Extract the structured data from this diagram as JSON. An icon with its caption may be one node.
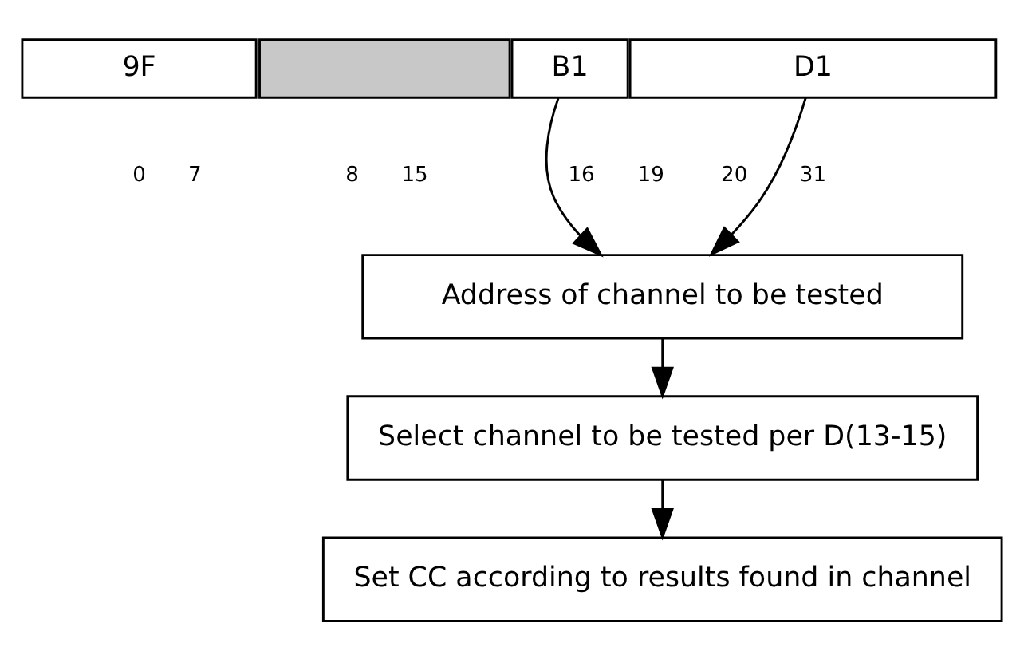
{
  "diagram": {
    "nodes": [
      {
        "text": [
          "9F"
        ]
      },
      {
        "text": [],
        "shape": "box"
      },
      {
        "text": [
          "B1"
        ]
      },
      {
        "text": [
          "D1"
        ]
      },
      {
        "text": [
          "Address of channel to be tested"
        ]
      },
      {
        "text": [
          "Select channel to be tested per D(13-15)"
        ]
      },
      {
        "text": [
          "Set CC according to results found in channel"
        ]
      }
    ],
    "edges": [
      {
        "from": 2,
        "to": 4,
        "arrow": "to"
      },
      {
        "from": 3,
        "to": 4,
        "arrow": "to"
      },
      {
        "from": 4,
        "to": 5,
        "arrow": "to"
      },
      {
        "from": 5,
        "to": 6,
        "arrow": "to"
      }
    ],
    "labels": [
      "0",
      "7",
      "8",
      "15",
      "16",
      "19",
      "20",
      "31"
    ]
  }
}
